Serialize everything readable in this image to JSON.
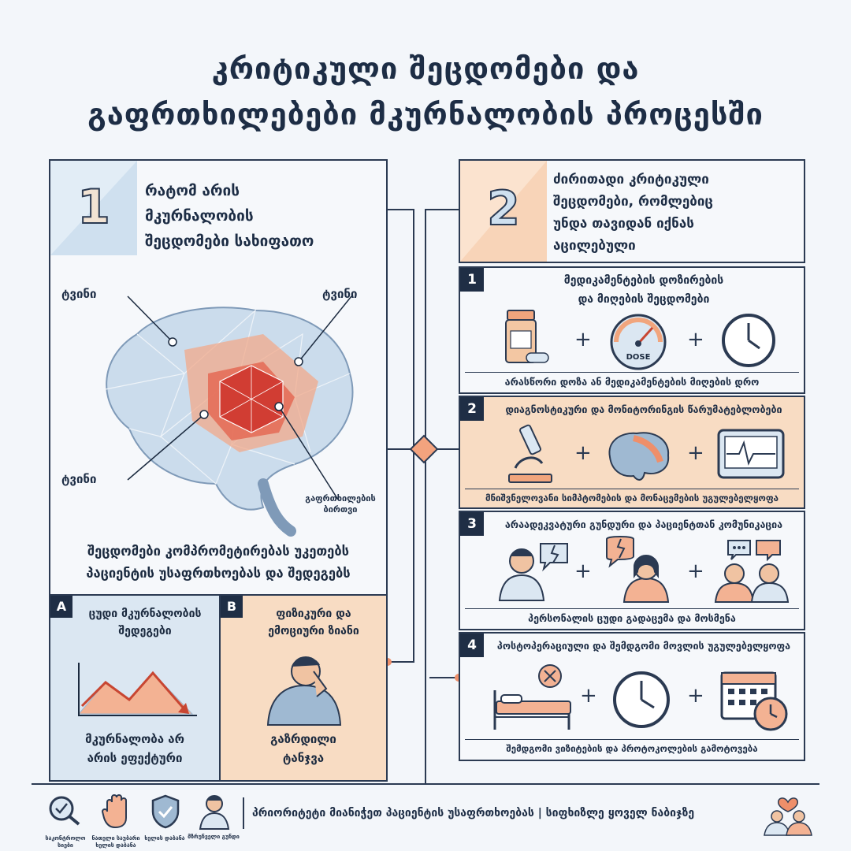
{
  "title": {
    "line1": "კრიტიკული შეცდომები და",
    "line2": "გაფრთხილებები მკურნალობის პროცესში"
  },
  "left": {
    "number": "1",
    "heading": [
      "რატომ არის",
      "მკურნალობის",
      "შეცდომები სახიფათო"
    ],
    "brain_labels": {
      "top_left": "ტვინი",
      "top_right": "ტვინი",
      "bottom_left": "ტვინი",
      "core": "გაფრთხილების ბირთვი"
    },
    "summary": [
      "შეცდომები კომპრომეტირებას უკეთებს",
      "პაციენტის უსაფრთხოებას და შედეგებს"
    ],
    "sub_a": {
      "badge": "A",
      "title": [
        "ცუდი მკურნალობის",
        "შედეგები"
      ],
      "caption": [
        "მკურნალობა არ",
        "არის ეფექტური"
      ]
    },
    "sub_b": {
      "badge": "B",
      "title": [
        "ფიზიკური და",
        "ემოციური ზიანი"
      ],
      "caption": [
        "გაზრდილი",
        "ტანჯვა"
      ]
    }
  },
  "right": {
    "number": "2",
    "heading": [
      "ძირითადი კრიტიკული",
      "შეცდომები, რომლებიც",
      "უნდა თავიდან იქნას",
      "აცილებული"
    ],
    "sections": [
      {
        "badge": "1",
        "title": [
          "მედიკამენტების დოზირების",
          "და მიღების შეცდომები"
        ],
        "caption": "არასწორი დოზა ან მედიკამენტების მიღების დრო",
        "dose_text": "DOSE"
      },
      {
        "badge": "2",
        "title": [
          "დიაგნოსტიკური და მონიტორინგის წარუმატებლობები"
        ],
        "caption": "მნიშვნელოვანი სიმპტომების და მონაცემების უგულებელყოფა"
      },
      {
        "badge": "3",
        "title": [
          "არაადეკვატური გუნდური და პაციენტთან კომუნიკაცია"
        ],
        "caption": "პერსონალის ცუდი გადაცემა და მოსმენა"
      },
      {
        "badge": "4",
        "title": [
          "პოსტოპერაციული და შემდგომი მოვლის უგულებელყოფა"
        ],
        "caption": "შემდგომი ვიზიტების და პროტოკოლების გამოტოვება"
      }
    ]
  },
  "footer": {
    "icons": [
      "საკონტროლო სიები",
      "ნათელი საუბარი ხელის დაბანა",
      "ხელის დაბანა",
      "მზრუნველი გუნდი"
    ],
    "text": "პრიორიტეტი მიანიჭეთ პაციენტის უსაფრთხოებას | სიფხიზლე ყოველ ნაბიჯზე"
  },
  "colors": {
    "navy": "#1f2e45",
    "peach": "#f8d9bf",
    "blue": "#cfe0ef",
    "red": "#d9473b",
    "orange": "#ef8f6a"
  }
}
